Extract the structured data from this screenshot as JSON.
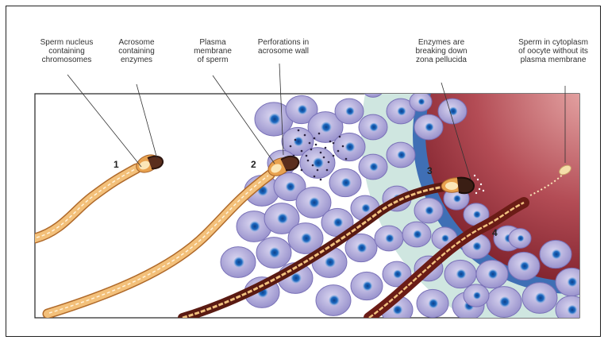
{
  "labels": {
    "sperm_nucleus": "Sperm nucleus\ncontaining\nchromosomes",
    "acrosome": "Acrosome\ncontaining\nenzymes",
    "plasma_membrane": "Plasma\nmembrane\nof sperm",
    "perforations": "Perforations in\nacrosome wall",
    "enzymes": "Enzymes are\nbreaking down\nzona pellucida",
    "sperm_in_cytoplasm": "Sperm in cytoplasm\nof oocyte without its\nplasma membrane"
  },
  "stages": [
    "1",
    "2",
    "3",
    "4"
  ],
  "colors": {
    "follicle_cell": "#9b95cf",
    "follicle_nucleus": "#1e63b8",
    "zona_pellucida": "#cfe6e0",
    "oocyte_membrane": "#3f6fb5",
    "oocyte": "#a3383f",
    "sperm_tail": "#f1b96b",
    "sperm_tail_dark": "#7e2519",
    "sperm_head": "#e8a24f"
  }
}
